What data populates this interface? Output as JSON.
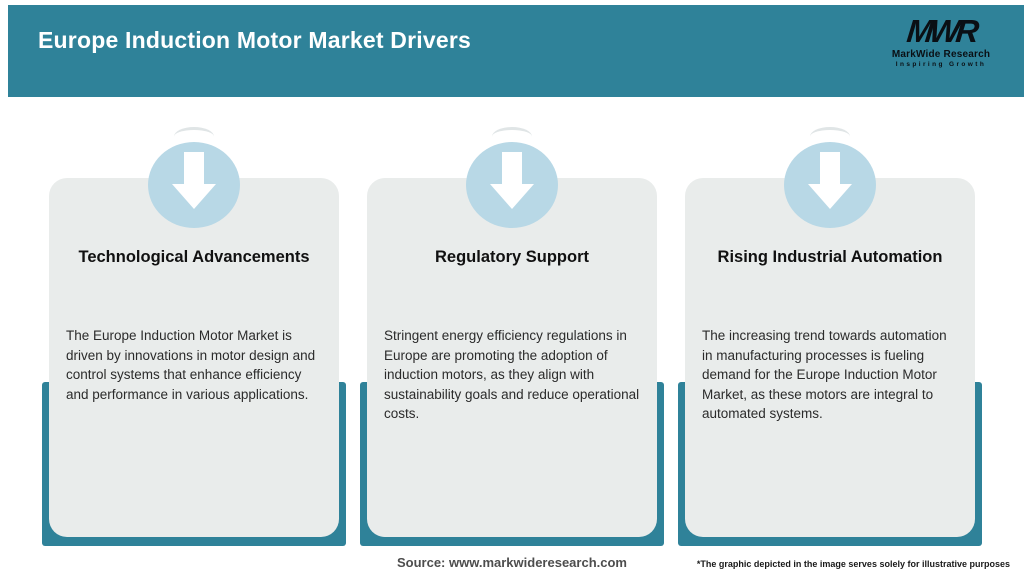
{
  "header": {
    "title": "Europe Induction Motor Market Drivers",
    "logo": {
      "monogram": "MWR",
      "name": "MarkWide Research",
      "tagline": "Inspiring Growth"
    }
  },
  "cards": [
    {
      "title": "Technological Advancements",
      "description": "The Europe Induction Motor Market is driven by innovations in motor design and control systems that enhance efficiency and performance in various applications.",
      "icon": "down-arrow-icon"
    },
    {
      "title": "Regulatory Support",
      "description": "Stringent energy efficiency regulations in Europe are promoting the adoption of induction motors, as they align with sustainability goals and reduce operational costs.",
      "icon": "down-arrow-icon"
    },
    {
      "title": "Rising Industrial Automation",
      "description": "The increasing trend towards automation in manufacturing processes is fueling demand for the Europe Induction Motor Market, as these motors are integral to automated systems.",
      "icon": "down-arrow-icon"
    }
  ],
  "footer": {
    "source": "Source: www.markwideresearch.com",
    "disclaimer": "*The graphic depicted in the image serves solely for illustrative purposes"
  },
  "colors": {
    "teal": "#2f8299",
    "circle_blue": "#b8d8e6",
    "card_background": "#e9eceb",
    "title_text": "#ffffff",
    "logo_text": "#0a0f14"
  }
}
